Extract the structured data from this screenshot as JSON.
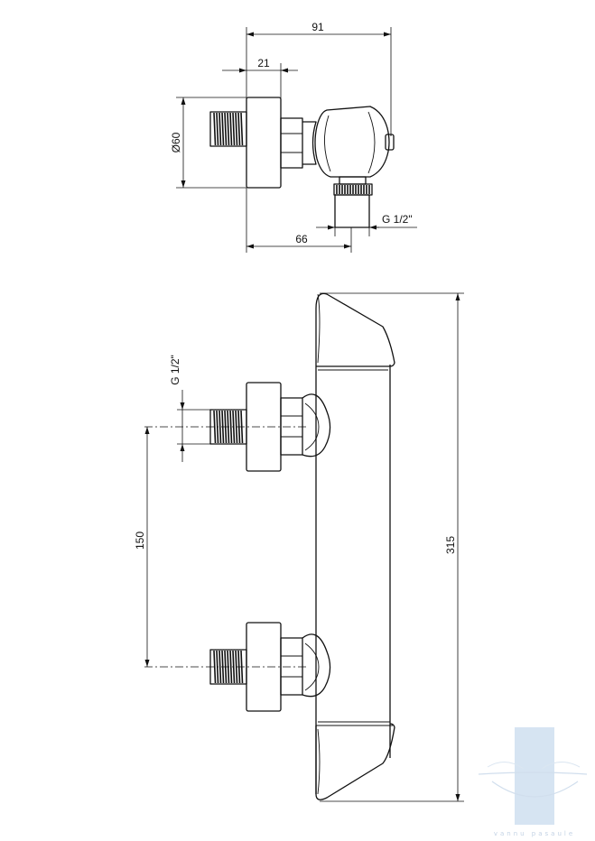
{
  "top_view": {
    "dimensions": {
      "width_total": "91",
      "flange_depth": "21",
      "diameter": "Ø60",
      "offset": "66",
      "thread": "G 1/2\""
    }
  },
  "front_view": {
    "dimensions": {
      "thread": "G 1/2\"",
      "spacing": "150",
      "height": "315"
    }
  },
  "watermark": {
    "text": "vannu pasaule",
    "color": "#cfe0f0"
  }
}
